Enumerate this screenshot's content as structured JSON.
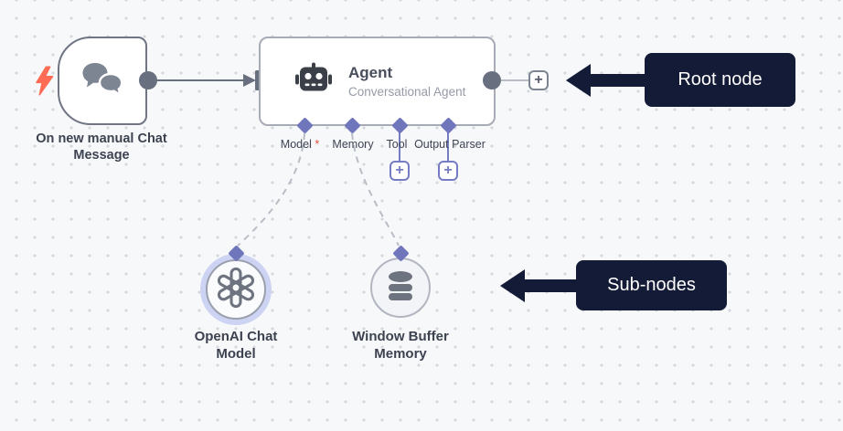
{
  "trigger_node": {
    "label": "On new manual Chat Message"
  },
  "agent_node": {
    "title": "Agent",
    "subtitle": "Conversational Agent"
  },
  "connector_labels": {
    "model": "Model",
    "required_mark": "*",
    "memory": "Memory",
    "tool": "Tool",
    "output_parser": "Output Parser"
  },
  "sub_node_labels": {
    "openai": "OpenAI Chat Model",
    "memory": "Window Buffer Memory"
  },
  "annotations": {
    "root_node_label": "Root node",
    "sub_nodes_label": "Sub-nodes"
  },
  "icons": {
    "plus": "+"
  },
  "colors": {
    "annotation_bg": "#141b37",
    "accent_purple": "#6f76bb",
    "trigger_red": "#ff6b54",
    "connector_gray": "#68707f",
    "canvas_bg": "#f7f8fa"
  }
}
